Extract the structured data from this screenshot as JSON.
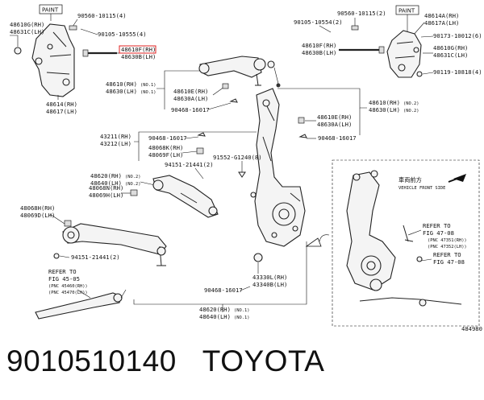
{
  "diagram": {
    "paint_tag_left": "PAINT",
    "paint_tag_right": "PAINT",
    "labels": {
      "l_48610G": "48610G(RH)",
      "l_48631C": "48631C(LH)",
      "l_90560_L": "90560-10115(4)",
      "l_90105_L": "90105-10555(4)",
      "l_48610F_hl": "48610F(RH)",
      "l_48630B_L": "48630B(LH)",
      "l_48614_L": "48614(RH)",
      "l_48617_L": "48617(LH)",
      "l_48610_no1": "48610(RH)",
      "l_48630_no1": "48630(LH)",
      "no1_a": "(NO.1)",
      "no1_b": "(NO.1)",
      "l_48610E_top": "48610E(RH)",
      "l_48630A_top": "48630A(LH)",
      "l_90468_a": "90468-16017",
      "l_90105_R": "90105-10554(2)",
      "l_90560_R": "90560-10115(2)",
      "l_48614A": "48614A(RH)",
      "l_48617A": "48617A(LH)",
      "l_48610F_R": "48610F(RH)",
      "l_48630B_R": "48630B(LH)",
      "l_90173": "90173-10012(6)",
      "l_48610G_R": "48610G(RH)",
      "l_48631C_R": "48631C(LH)",
      "l_90119": "90119-10818(4)",
      "l_48610_no2": "48610(RH)",
      "l_48630_no2": "48630(LH)",
      "no2_a": "(NO.2)",
      "no2_b": "(NO.2)",
      "l_48610E_mid": "48610E(RH)",
      "l_48630A_mid": "48630A(LH)",
      "l_90468_b": "90468-16017",
      "l_43211": "43211(RH)",
      "l_43212": "43212(LH)",
      "l_90468_c": "90468-16017",
      "l_48068K": "48068K(RH)",
      "l_48069F": "48069F(LH)",
      "l_91552": "91552-G1240(8)",
      "l_94151_a": "94151-21441(2)",
      "l_48620_no2": "48620(RH)",
      "l_48640_no2": "48640(LH)",
      "no2_c": "(NO.2)",
      "no2_d": "(NO.2)",
      "l_48068N": "48068N(RH)",
      "l_48069H": "48069H(LH)",
      "l_48068H": "48068H(RH)",
      "l_48069D": "48069D(LH)",
      "l_94151_b": "94151-21441(2)",
      "refer_45": "REFER TO",
      "fig_45": "FIG 45-05",
      "pnc_45460": "(PNC 45460(RH))",
      "pnc_45470": "(PNC 45470(LH))",
      "l_43330L": "43330L(RH)",
      "l_43340B": "43340B(LH)",
      "l_90468_d": "90468-16017",
      "l_48620_no1": "48620(RH)",
      "l_48640_no1": "48640(LH)",
      "no1_c": "(NO.1)",
      "no1_d": "(NO.1)",
      "jp_front": "車両前方",
      "vehicle_front": "VEHICLE FRONT SIDE",
      "refer_47a": "REFER TO",
      "fig_47a": "FIG 47-08",
      "pnc_47351": "(PNC 47351(RH))",
      "pnc_47352": "(PNC 47352(LH))",
      "refer_47b": "REFER TO",
      "fig_47b": "FIG 47-08",
      "diagram_id": "484980"
    }
  },
  "footer": {
    "part_number": "9010510140",
    "brand": "TOYOTA"
  }
}
